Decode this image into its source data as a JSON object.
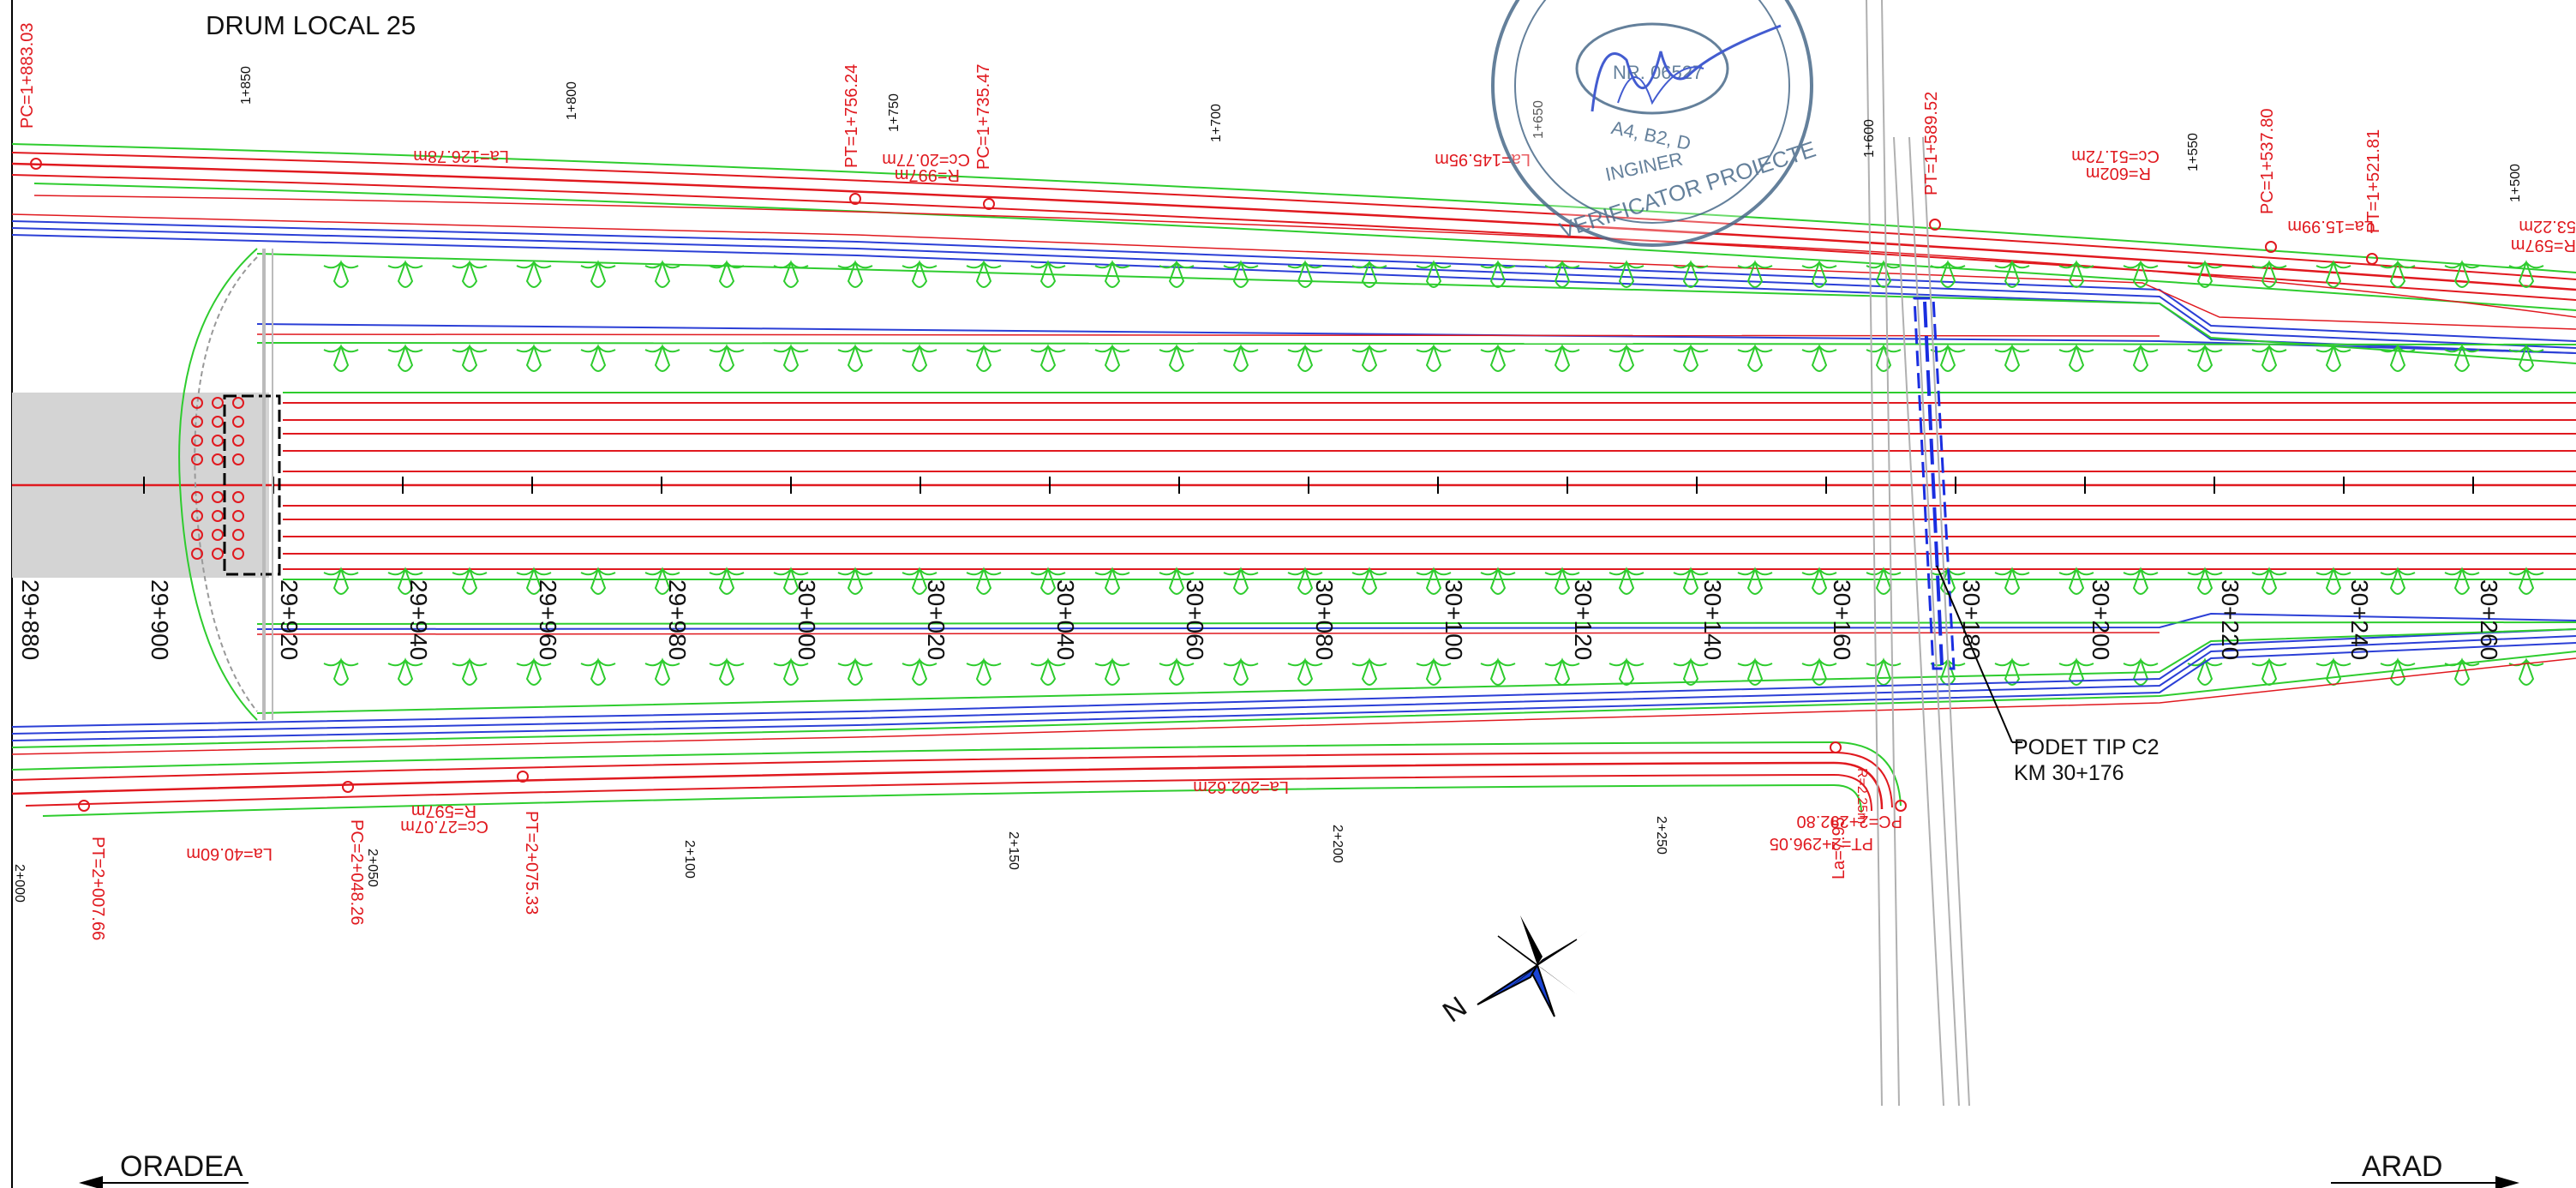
{
  "title": "DRUM LOCAL 25",
  "directions": {
    "left": "ORADEA",
    "right": "ARAD"
  },
  "compass": {
    "north_label": "N"
  },
  "culvert": {
    "line1": "PODET TIP C2",
    "line2": "KM 30+176"
  },
  "stamp": {
    "number": "NR. 06527",
    "category": "A4, B2, D",
    "word1": "INGINER",
    "word2": "VERIFICATOR PROIECTE"
  },
  "main_chainage": [
    "29+880",
    "29+900",
    "29+920",
    "29+940",
    "29+960",
    "29+980",
    "30+000",
    "30+020",
    "30+040",
    "30+060",
    "30+080",
    "30+100",
    "30+120",
    "30+140",
    "30+160",
    "30+180",
    "30+200",
    "30+220",
    "30+240",
    "30+260"
  ],
  "top_road": {
    "chainage": [
      "1+850",
      "1+800",
      "1+750",
      "1+700",
      "1+650",
      "1+600",
      "1+550",
      "1+500"
    ],
    "labels": {
      "pc1": "PC=1+883.03",
      "la1": "La=126.78m",
      "pt1": "PT=1+756.24",
      "r1": "R=997m",
      "cc1": "Cc=20.77m",
      "pc2": "PC=1+735.47",
      "la2": "La=145.95m",
      "pt2": "PT=1+589.52",
      "cc2": "Cc=51.72m",
      "r2": "R=602m",
      "pc3": "PC=1+537.80",
      "la3": "La=15.99m",
      "pt3": "PT=1+521.81",
      "la4": "53.22m",
      "r3": "R=597m"
    }
  },
  "bottom_road": {
    "chainage": [
      "2+000",
      "2+050",
      "2+100",
      "2+150",
      "2+200",
      "2+250"
    ],
    "labels": {
      "pt1": "PT=2+007.66",
      "la1": "La=40.60m",
      "pc1": "PC=2+048.26",
      "cc1": "Cc=27.07m",
      "r1": "R=597m",
      "pt2": "PT=2+075.33",
      "la2": "La=202.62m",
      "pc2": "PC=2+292.80",
      "pt3": "PT=2+296.05",
      "la3": "La=7.95",
      "r2": "R=2.25m"
    }
  }
}
